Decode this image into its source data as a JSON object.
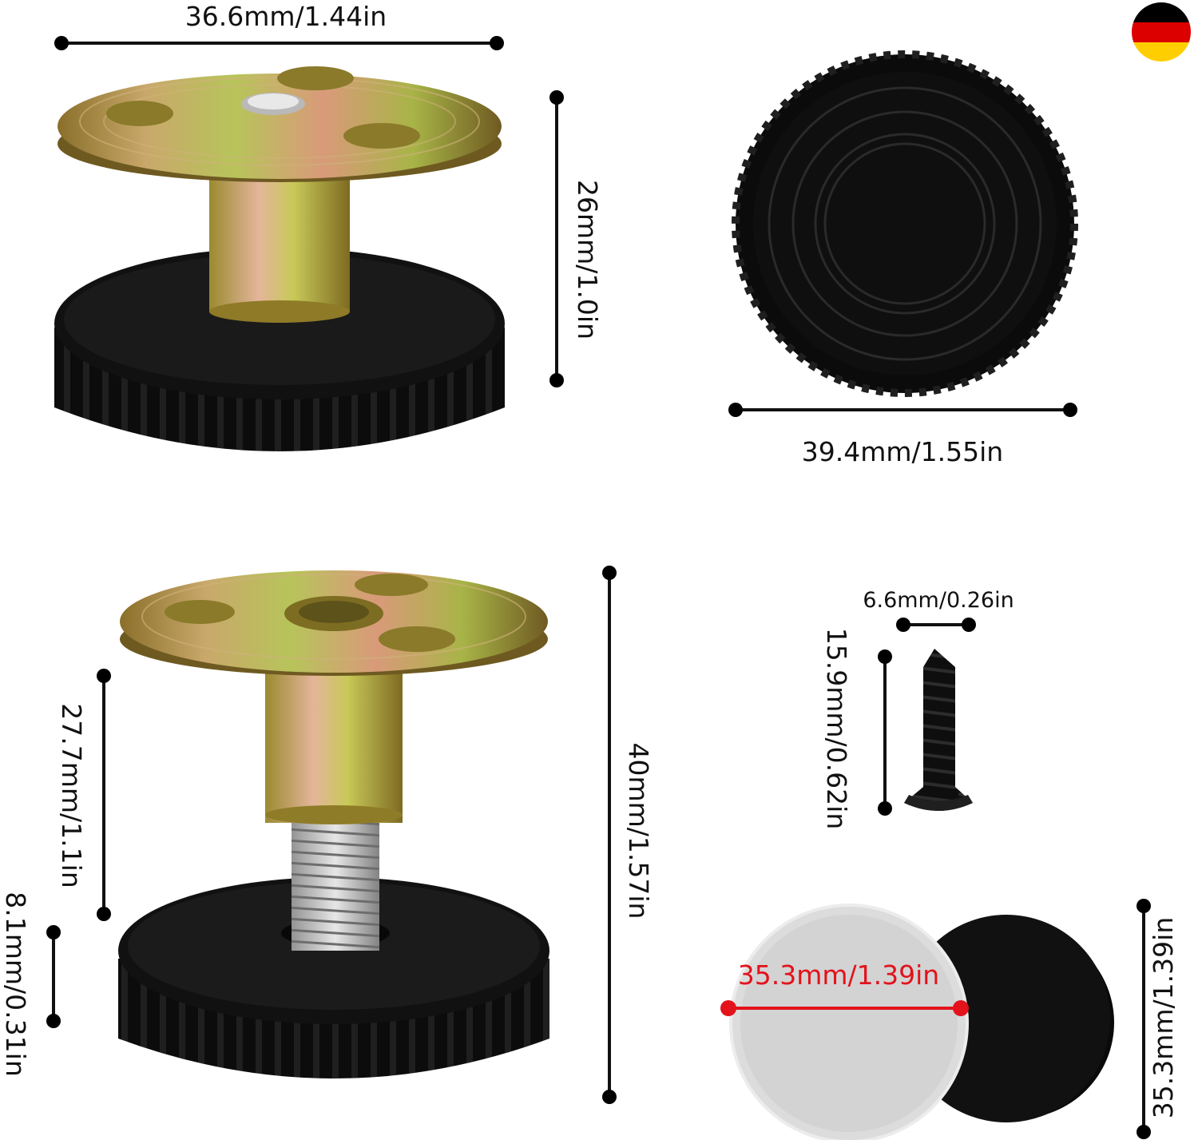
{
  "colors": {
    "background": "#ffffff",
    "dimension_line": "#111111",
    "dimension_text": "#111111",
    "red_dimension": "#e3121b",
    "rubber": "#0b0b0b",
    "zinc_brass": "#b39a3a",
    "zinc_steel": "#c8c8c8",
    "adhesive_silver": "#d9d9d9",
    "felt_black": "#0a0a0a"
  },
  "flag": {
    "icon": "germany-flag-icon",
    "colors": [
      "#000000",
      "#dd0000",
      "#ffce00"
    ]
  },
  "dimensions": {
    "top_plate_width": "36.6mm/1.44in",
    "assembled_height": "26mm/1.0in",
    "base_width": "39.4mm/1.55in",
    "extended_height": "40mm/1.57in",
    "sleeve_height": "27.7mm/1.1in",
    "thread_length": "8.1mm/0.31in",
    "screw_width": "6.6mm/0.26in",
    "screw_length": "15.9mm/0.62in",
    "pad_width": "35.3mm/1.39in",
    "pad_height": "35.3mm/1.39in"
  }
}
